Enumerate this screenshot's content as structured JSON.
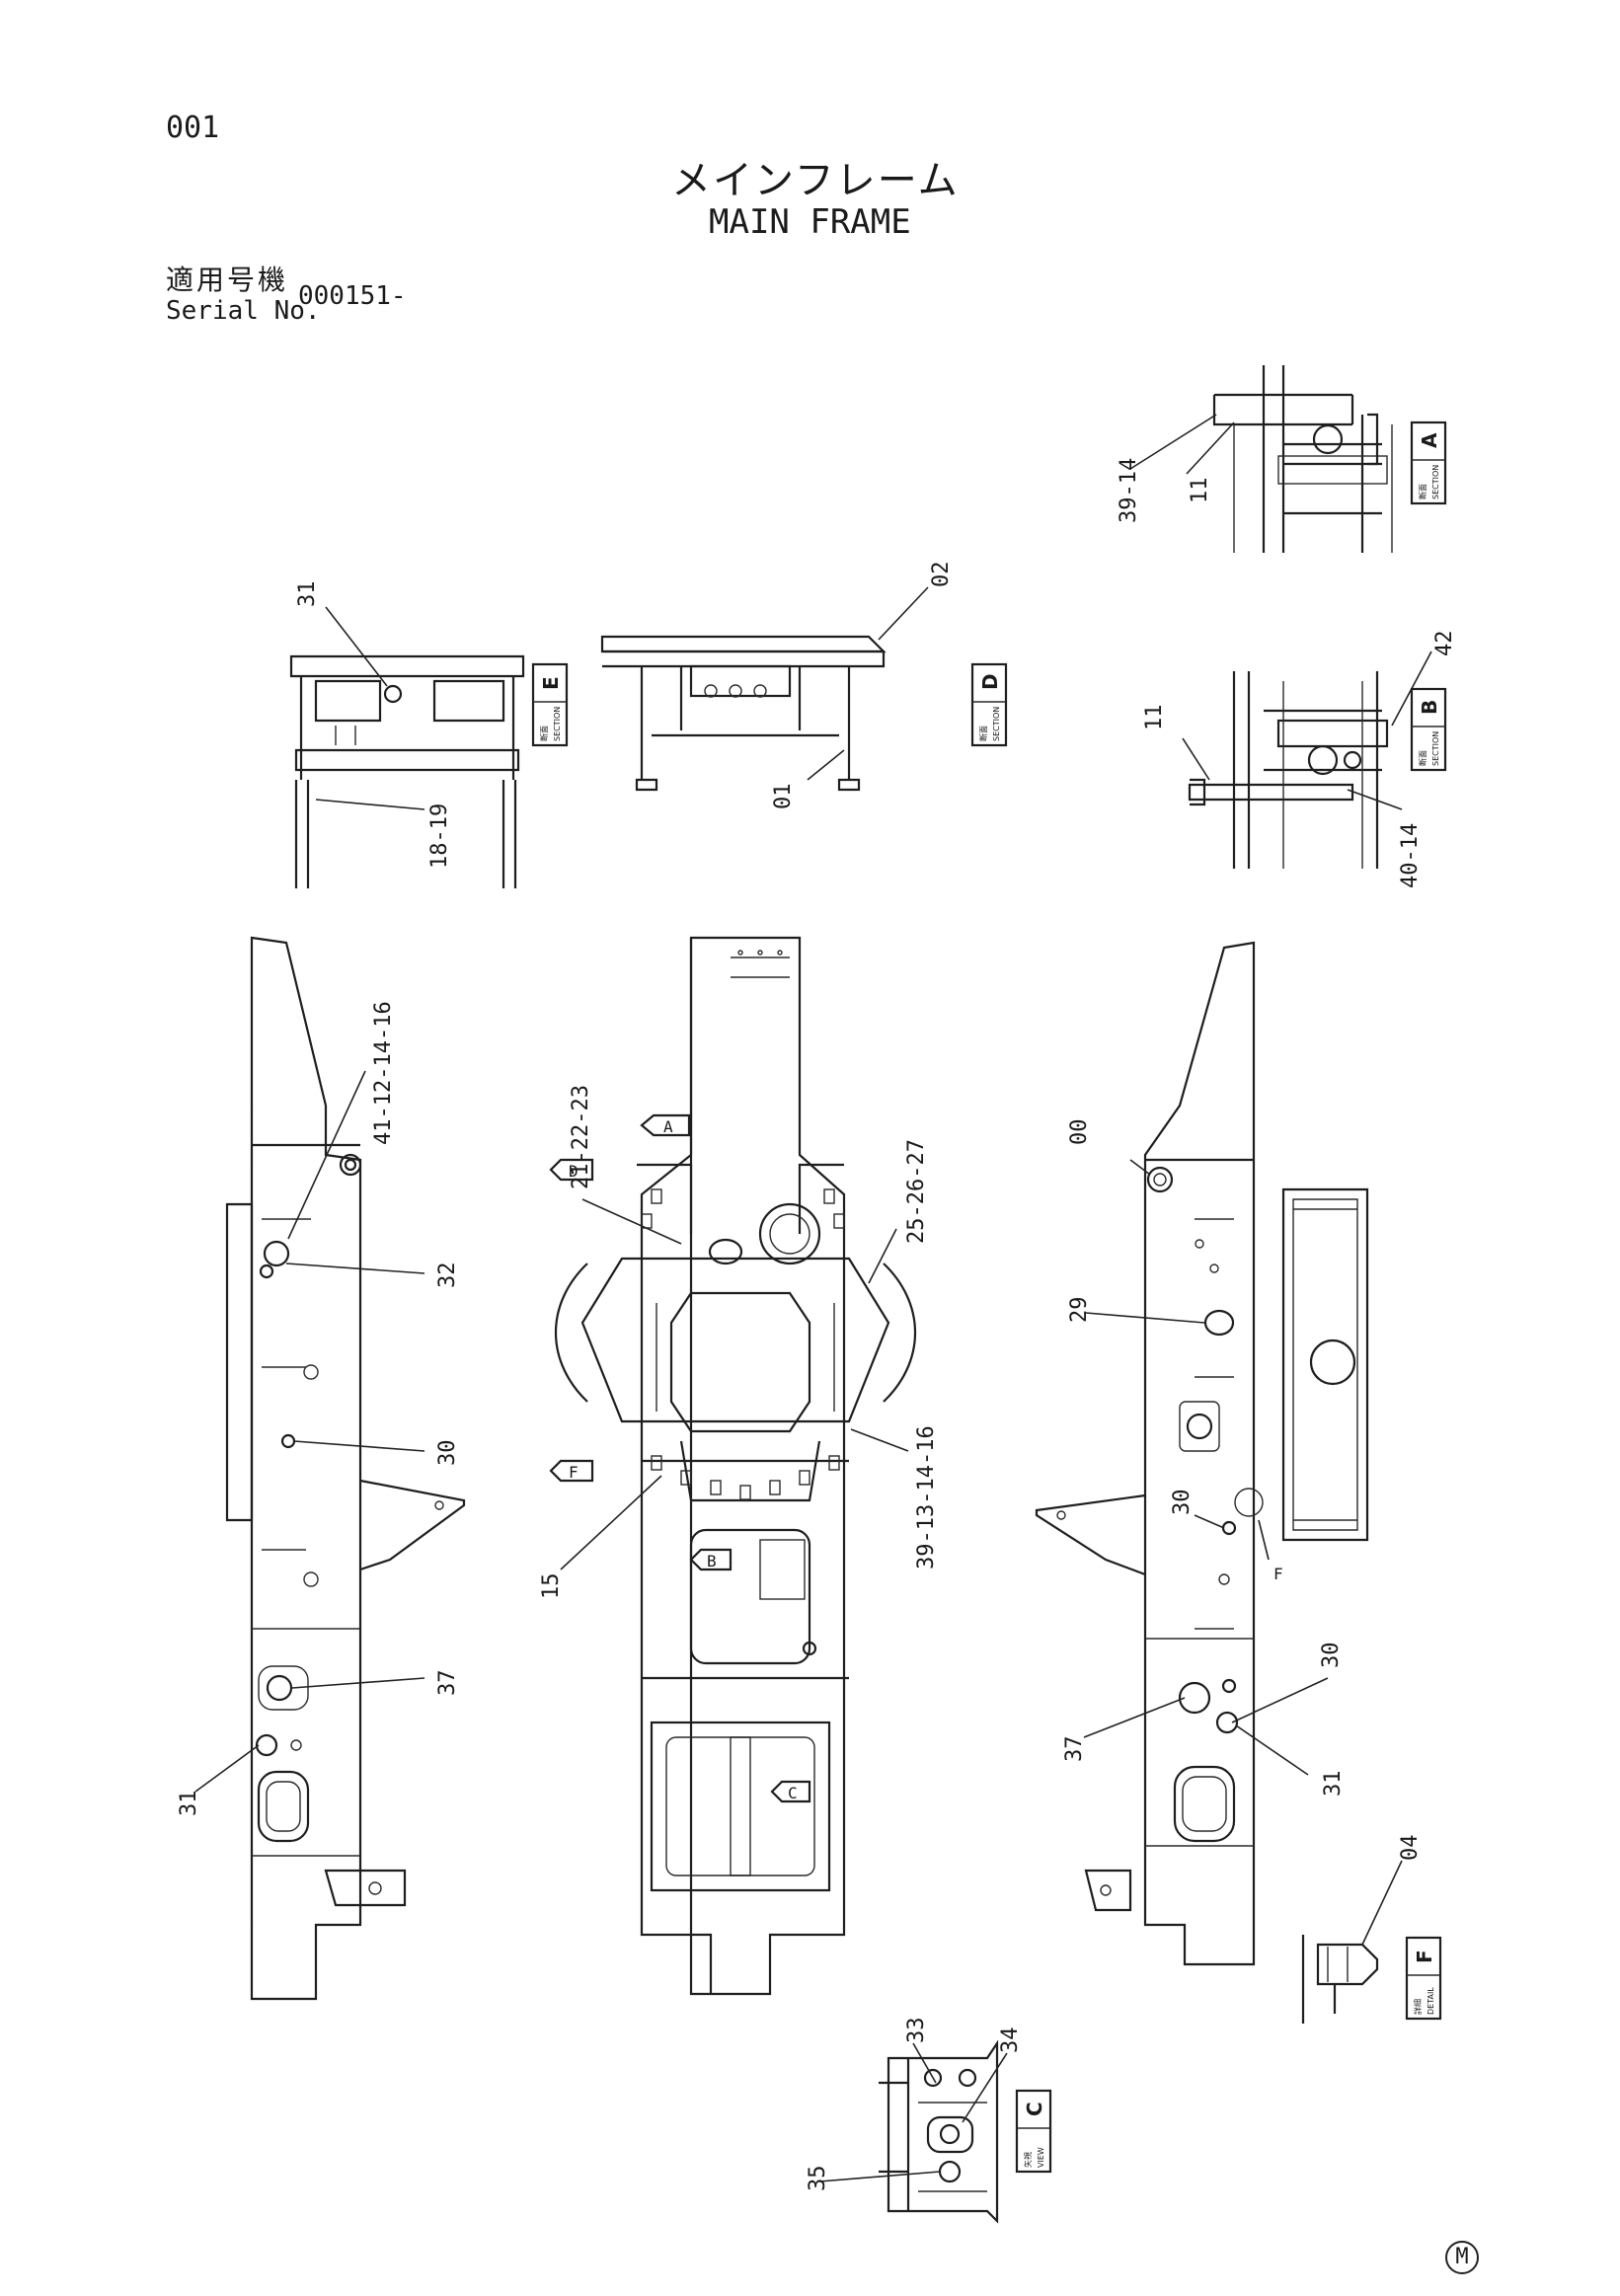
{
  "header": {
    "page_number": "001",
    "title_jp": "メインフレーム",
    "title_en": "MAIN FRAME",
    "serial_label_jp": "適用号機",
    "serial_label_en": "Serial No.",
    "serial_value": "000151-"
  },
  "view_tags": {
    "section_a": {
      "kanji": "断面",
      "type": "SECTION",
      "letter": "A"
    },
    "section_b": {
      "kanji": "断面",
      "type": "SECTION",
      "letter": "B"
    },
    "section_d": {
      "kanji": "断面",
      "type": "SECTION",
      "letter": "D"
    },
    "section_e": {
      "kanji": "断面",
      "type": "SECTION",
      "letter": "E"
    },
    "view_c": {
      "kanji": "矢視",
      "type": "VIEW",
      "letter": "C"
    },
    "detail_f": {
      "kanji": "詳細",
      "type": "DETAIL",
      "letter": "F"
    }
  },
  "arrow_markers": [
    "A",
    "B",
    "C",
    "D",
    "F"
  ],
  "detail_f_marker": "F",
  "callouts": {
    "sec_a_39_14": "39-14",
    "sec_a_11": "11",
    "sec_b_11": "11",
    "sec_b_42": "42",
    "sec_b_40_14": "40-14",
    "sec_e_31": "31",
    "sec_e_18_19": "18-19",
    "sec_d_02": "02",
    "sec_d_01": "01",
    "left_41": "41-12-14-16",
    "left_32": "32",
    "left_30": "30",
    "left_37": "37",
    "left_31": "31",
    "center_21": "21-22-23",
    "center_25": "25-26-27",
    "center_39": "39-13-14-16",
    "center_15": "15",
    "right_00": "00",
    "right_29": "29",
    "right_30a": "30",
    "right_30b": "30",
    "right_37": "37",
    "right_31": "31",
    "detail_04": "04",
    "view_c_33": "33",
    "view_c_34": "34",
    "view_c_35": "35"
  },
  "manufacturer_mark": "M"
}
